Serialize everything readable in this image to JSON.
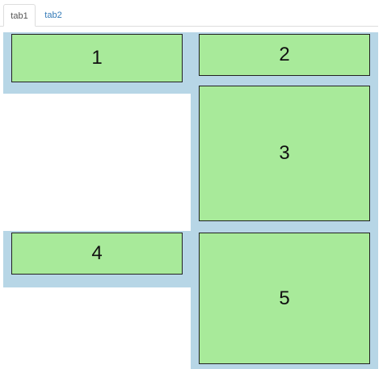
{
  "tabs": [
    {
      "label": "tab1",
      "active": true
    },
    {
      "label": "tab2",
      "active": false
    }
  ],
  "panels": [
    {
      "label": "1"
    },
    {
      "label": "2"
    },
    {
      "label": "3"
    },
    {
      "label": "4"
    },
    {
      "label": "5"
    }
  ],
  "colors": {
    "panel_fill": "#a8ea9a",
    "container_bg": "#b7d6e6",
    "active_tab_text": "#555555",
    "inactive_tab_text": "#337ab7"
  }
}
